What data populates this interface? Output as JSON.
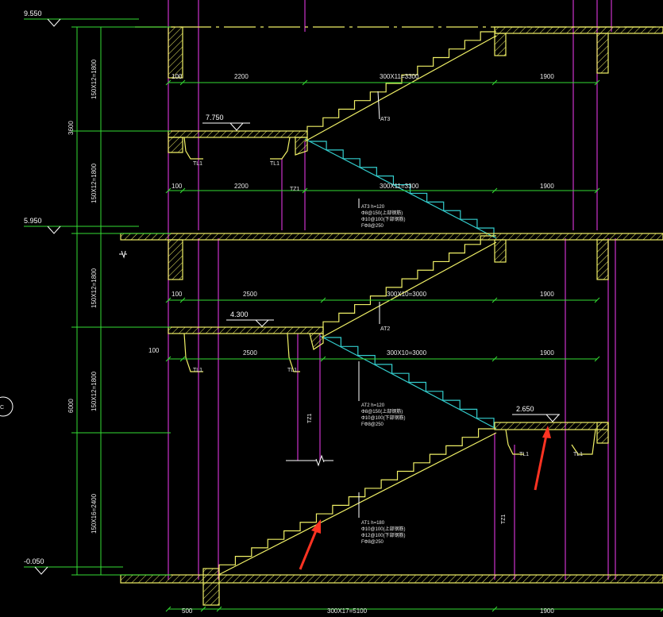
{
  "colors": {
    "background": "#000000",
    "slab": "#f0f066",
    "dimension": "#33dd33",
    "column": "#cc33cc",
    "rebar": "#33cccc",
    "text": "#ffffff",
    "arrow": "#ff3322"
  },
  "elevations": {
    "top": "9.550",
    "upper_mid": "5.950",
    "ground": "-0.050",
    "landing_7750": "7.750",
    "landing_4300": "4.300",
    "landing_2650": "2.650"
  },
  "vertical_dims": {
    "d1": "150X12=1800",
    "d2": "150X12=1800",
    "d3": "150X12=1800",
    "d4": "150X12=1800",
    "d5": "150X16=2400",
    "total_upper": "3600",
    "total_lower": "6000"
  },
  "horizontal_dims": {
    "r1_left": "100",
    "r1_mid": "2200",
    "r1_stair": "300X11=3300",
    "r1_right": "1900",
    "r2_left": "100",
    "r2_mid": "2200",
    "r2_stair": "300X11=3300",
    "r2_right": "1900",
    "r3_left": "100",
    "r3_mid": "2500",
    "r3_stair": "300X10=3000",
    "r3_right": "1900",
    "r4_left": "100",
    "r4_mid": "2500",
    "r4_stair": "300X10=3000",
    "r4_right": "1900",
    "bottom_left": "500",
    "bottom_stair": "300X17=5100",
    "bottom_right": "1900"
  },
  "labels": {
    "at3": "AT3",
    "at2": "AT2",
    "tl1": "TL1",
    "tz1": "TZ1",
    "circle_mark": "C"
  },
  "notes": {
    "at3": [
      "AT3  h=120",
      "Φ8@150(上部钢筋)",
      "Φ10@100(下部钢筋)",
      "FΦ8@250"
    ],
    "at2": [
      "AT2  h=120",
      "Φ8@150(上部钢筋)",
      "Φ10@100(下部钢筋)",
      "FΦ8@250"
    ],
    "at1": [
      "AT1  h=180",
      "Φ10@100(上部钢筋)",
      "Φ12@100(下部钢筋)",
      "FΦ8@250"
    ]
  }
}
